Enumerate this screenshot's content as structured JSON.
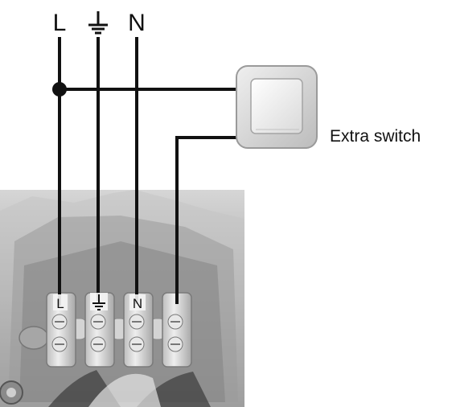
{
  "diagram": {
    "top_labels": {
      "live": "L",
      "neutral": "N"
    },
    "icons": {
      "top_earth": "earth-ground-icon",
      "block_earth": "earth-ground-icon",
      "switch": "wall-switch-icon"
    },
    "block_labels": {
      "live": "L",
      "neutral": "N"
    },
    "switch_label": "Extra switch",
    "colors": {
      "wire": "#111111",
      "photo_background": "#c8c8c8",
      "terminal": "#dcdcdc",
      "switch_frame": "#d8d8d8",
      "switch_rocker": "#f2f2f2"
    }
  }
}
